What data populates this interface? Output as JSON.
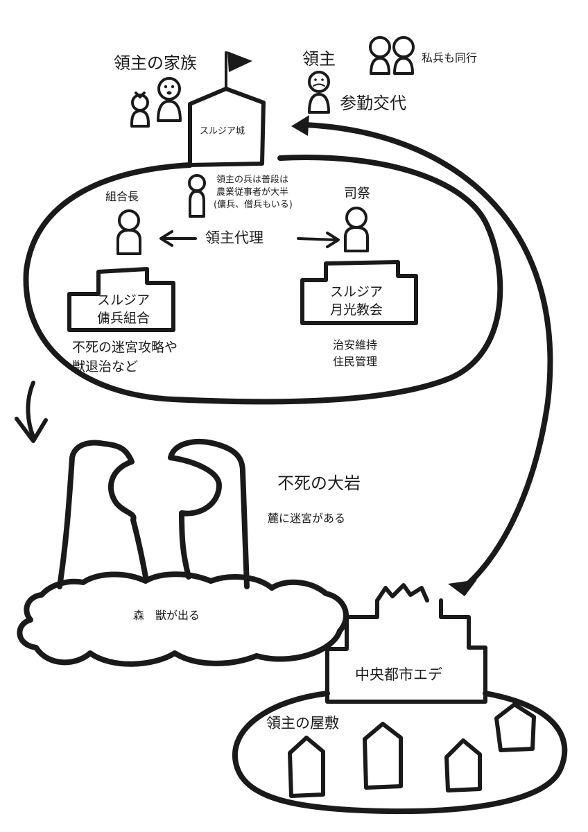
{
  "labels": {
    "lord_family": "領主の家族",
    "lord": "領主",
    "private_troops": "私兵も同行",
    "alternate_attendance": "参勤交代",
    "castle": "スルジア城",
    "soldiers_note_1": "領主の兵は普段は",
    "soldiers_note_2": "農業従事者が大半",
    "soldiers_note_3": "(傭兵、僧兵もいる)",
    "guild_master": "組合長",
    "priest": "司祭",
    "lord_deputy": "領主代理",
    "guild_line1": "スルジア",
    "guild_line2": "傭兵組合",
    "church_line1": "スルジア",
    "church_line2": "月光教会",
    "guild_duties_1": "不死の迷宮攻略や",
    "guild_duties_2": "獣退治など",
    "church_duties_1": "治安維持",
    "church_duties_2": "住民管理",
    "rock_title": "不死の大岩",
    "rock_note": "麓に迷宮がある",
    "forest": "森　獣が出る",
    "capital": "中央都市エデ",
    "lord_residence": "領主の屋敷"
  }
}
